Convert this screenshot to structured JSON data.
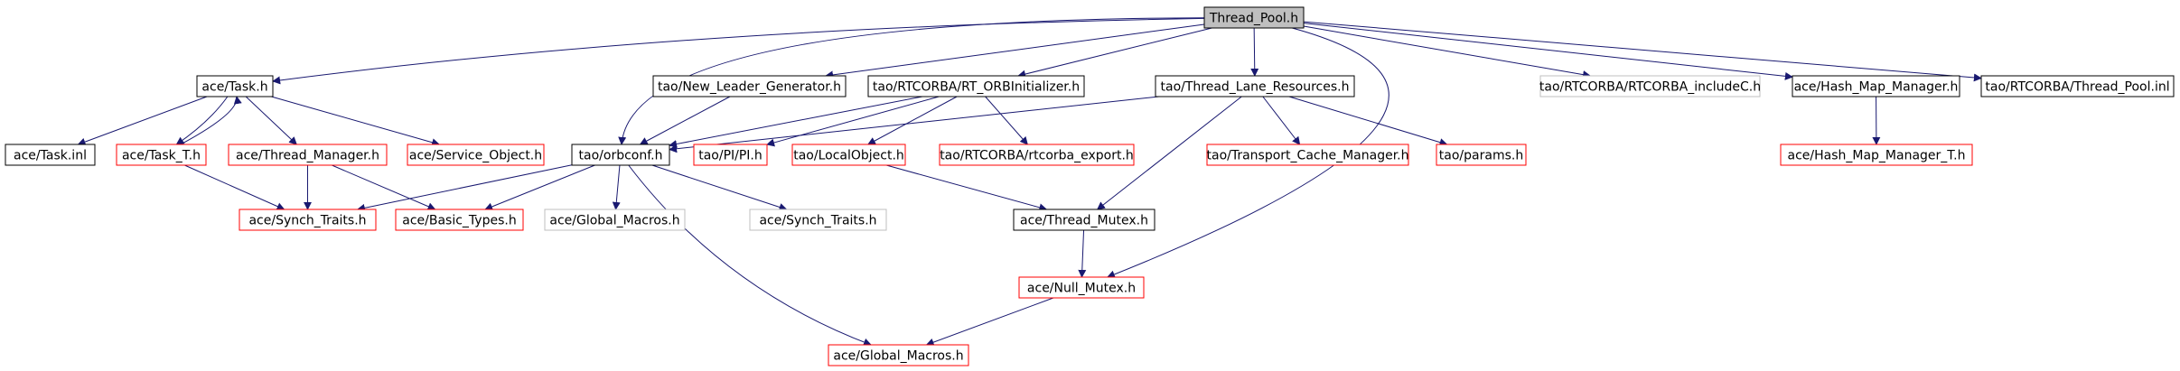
{
  "colors": {
    "edge": "#191970",
    "root_fill": "#bfbfbf",
    "border_black": "#000000",
    "border_red": "#ff0000",
    "border_gray": "#bfbfbf",
    "text": "#000000",
    "background": "#ffffff"
  },
  "nodes": [
    {
      "id": "thread_pool_h",
      "label": "Thread_Pool.h",
      "style": "root"
    },
    {
      "id": "ace_task_h",
      "label": "ace/Task.h",
      "style": "black"
    },
    {
      "id": "tao_new_leader_generator_h",
      "label": "tao/New_Leader_Generator.h",
      "style": "black"
    },
    {
      "id": "tao_rtcorba_rt_orbinitializer_h",
      "label": "tao/RTCORBA/RT_ORBInitializer.h",
      "style": "black"
    },
    {
      "id": "tao_thread_lane_resources_h",
      "label": "tao/Thread_Lane_Resources.h",
      "style": "black"
    },
    {
      "id": "tao_rtcorba_rtcorba_includec_h",
      "label": "tao/RTCORBA/RTCORBA_includeC.h",
      "style": "gray"
    },
    {
      "id": "ace_hash_map_manager_h",
      "label": "ace/Hash_Map_Manager.h",
      "style": "black"
    },
    {
      "id": "tao_rtcorba_thread_pool_inl",
      "label": "tao/RTCORBA/Thread_Pool.inl",
      "style": "black"
    },
    {
      "id": "ace_task_inl",
      "label": "ace/Task.inl",
      "style": "black"
    },
    {
      "id": "ace_task_t_h",
      "label": "ace/Task_T.h",
      "style": "red"
    },
    {
      "id": "ace_thread_manager_h",
      "label": "ace/Thread_Manager.h",
      "style": "red"
    },
    {
      "id": "ace_service_object_h",
      "label": "ace/Service_Object.h",
      "style": "red"
    },
    {
      "id": "tao_orbconf_h",
      "label": "tao/orbconf.h",
      "style": "black"
    },
    {
      "id": "tao_pi_pi_h",
      "label": "tao/PI/PI.h",
      "style": "red"
    },
    {
      "id": "tao_localobject_h",
      "label": "tao/LocalObject.h",
      "style": "red"
    },
    {
      "id": "tao_rtcorba_rtcorba_export_h",
      "label": "tao/RTCORBA/rtcorba_export.h",
      "style": "red"
    },
    {
      "id": "tao_transport_cache_manager_h",
      "label": "tao/Transport_Cache_Manager.h",
      "style": "red"
    },
    {
      "id": "tao_params_h",
      "label": "tao/params.h",
      "style": "red"
    },
    {
      "id": "ace_hash_map_manager_t_h",
      "label": "ace/Hash_Map_Manager_T.h",
      "style": "red"
    },
    {
      "id": "ace_synch_traits_h_red",
      "label": "ace/Synch_Traits.h",
      "style": "red"
    },
    {
      "id": "ace_basic_types_h",
      "label": "ace/Basic_Types.h",
      "style": "red"
    },
    {
      "id": "ace_global_macros_h_gray",
      "label": "ace/Global_Macros.h",
      "style": "gray"
    },
    {
      "id": "ace_synch_traits_h_gray",
      "label": "ace/Synch_Traits.h",
      "style": "gray"
    },
    {
      "id": "ace_thread_mutex_h",
      "label": "ace/Thread_Mutex.h",
      "style": "black"
    },
    {
      "id": "ace_null_mutex_h",
      "label": "ace/Null_Mutex.h",
      "style": "red"
    },
    {
      "id": "ace_global_macros_h_red",
      "label": "ace/Global_Macros.h",
      "style": "red"
    }
  ],
  "edges": [
    [
      "thread_pool_h",
      "ace_task_h"
    ],
    [
      "thread_pool_h",
      "tao_new_leader_generator_h"
    ],
    [
      "thread_pool_h",
      "tao_rtcorba_rt_orbinitializer_h"
    ],
    [
      "thread_pool_h",
      "tao_thread_lane_resources_h"
    ],
    [
      "thread_pool_h",
      "tao_rtcorba_rtcorba_includec_h"
    ],
    [
      "thread_pool_h",
      "ace_hash_map_manager_h"
    ],
    [
      "thread_pool_h",
      "tao_rtcorba_thread_pool_inl"
    ],
    [
      "thread_pool_h",
      "tao_orbconf_h"
    ],
    [
      "thread_pool_h",
      "ace_null_mutex_h"
    ],
    [
      "ace_task_h",
      "ace_task_inl"
    ],
    [
      "ace_task_h",
      "ace_task_t_h"
    ],
    [
      "ace_task_h",
      "ace_thread_manager_h"
    ],
    [
      "ace_task_h",
      "ace_service_object_h"
    ],
    [
      "ace_task_t_h",
      "ace_task_h"
    ],
    [
      "ace_task_t_h",
      "ace_synch_traits_h_red"
    ],
    [
      "ace_thread_manager_h",
      "ace_synch_traits_h_red"
    ],
    [
      "ace_thread_manager_h",
      "ace_basic_types_h"
    ],
    [
      "tao_new_leader_generator_h",
      "tao_orbconf_h"
    ],
    [
      "tao_rtcorba_rt_orbinitializer_h",
      "tao_orbconf_h"
    ],
    [
      "tao_rtcorba_rt_orbinitializer_h",
      "tao_pi_pi_h"
    ],
    [
      "tao_rtcorba_rt_orbinitializer_h",
      "tao_localobject_h"
    ],
    [
      "tao_rtcorba_rt_orbinitializer_h",
      "tao_rtcorba_rtcorba_export_h"
    ],
    [
      "tao_thread_lane_resources_h",
      "tao_orbconf_h"
    ],
    [
      "tao_thread_lane_resources_h",
      "tao_transport_cache_manager_h"
    ],
    [
      "tao_thread_lane_resources_h",
      "tao_params_h"
    ],
    [
      "tao_thread_lane_resources_h",
      "ace_thread_mutex_h"
    ],
    [
      "ace_hash_map_manager_h",
      "ace_hash_map_manager_t_h"
    ],
    [
      "tao_orbconf_h",
      "ace_synch_traits_h_red"
    ],
    [
      "tao_orbconf_h",
      "ace_basic_types_h"
    ],
    [
      "tao_orbconf_h",
      "ace_global_macros_h_gray"
    ],
    [
      "tao_orbconf_h",
      "ace_synch_traits_h_gray"
    ],
    [
      "tao_orbconf_h",
      "ace_global_macros_h_red"
    ],
    [
      "tao_localobject_h",
      "ace_thread_mutex_h"
    ],
    [
      "ace_thread_mutex_h",
      "ace_null_mutex_h"
    ],
    [
      "ace_null_mutex_h",
      "ace_global_macros_h_red"
    ]
  ]
}
